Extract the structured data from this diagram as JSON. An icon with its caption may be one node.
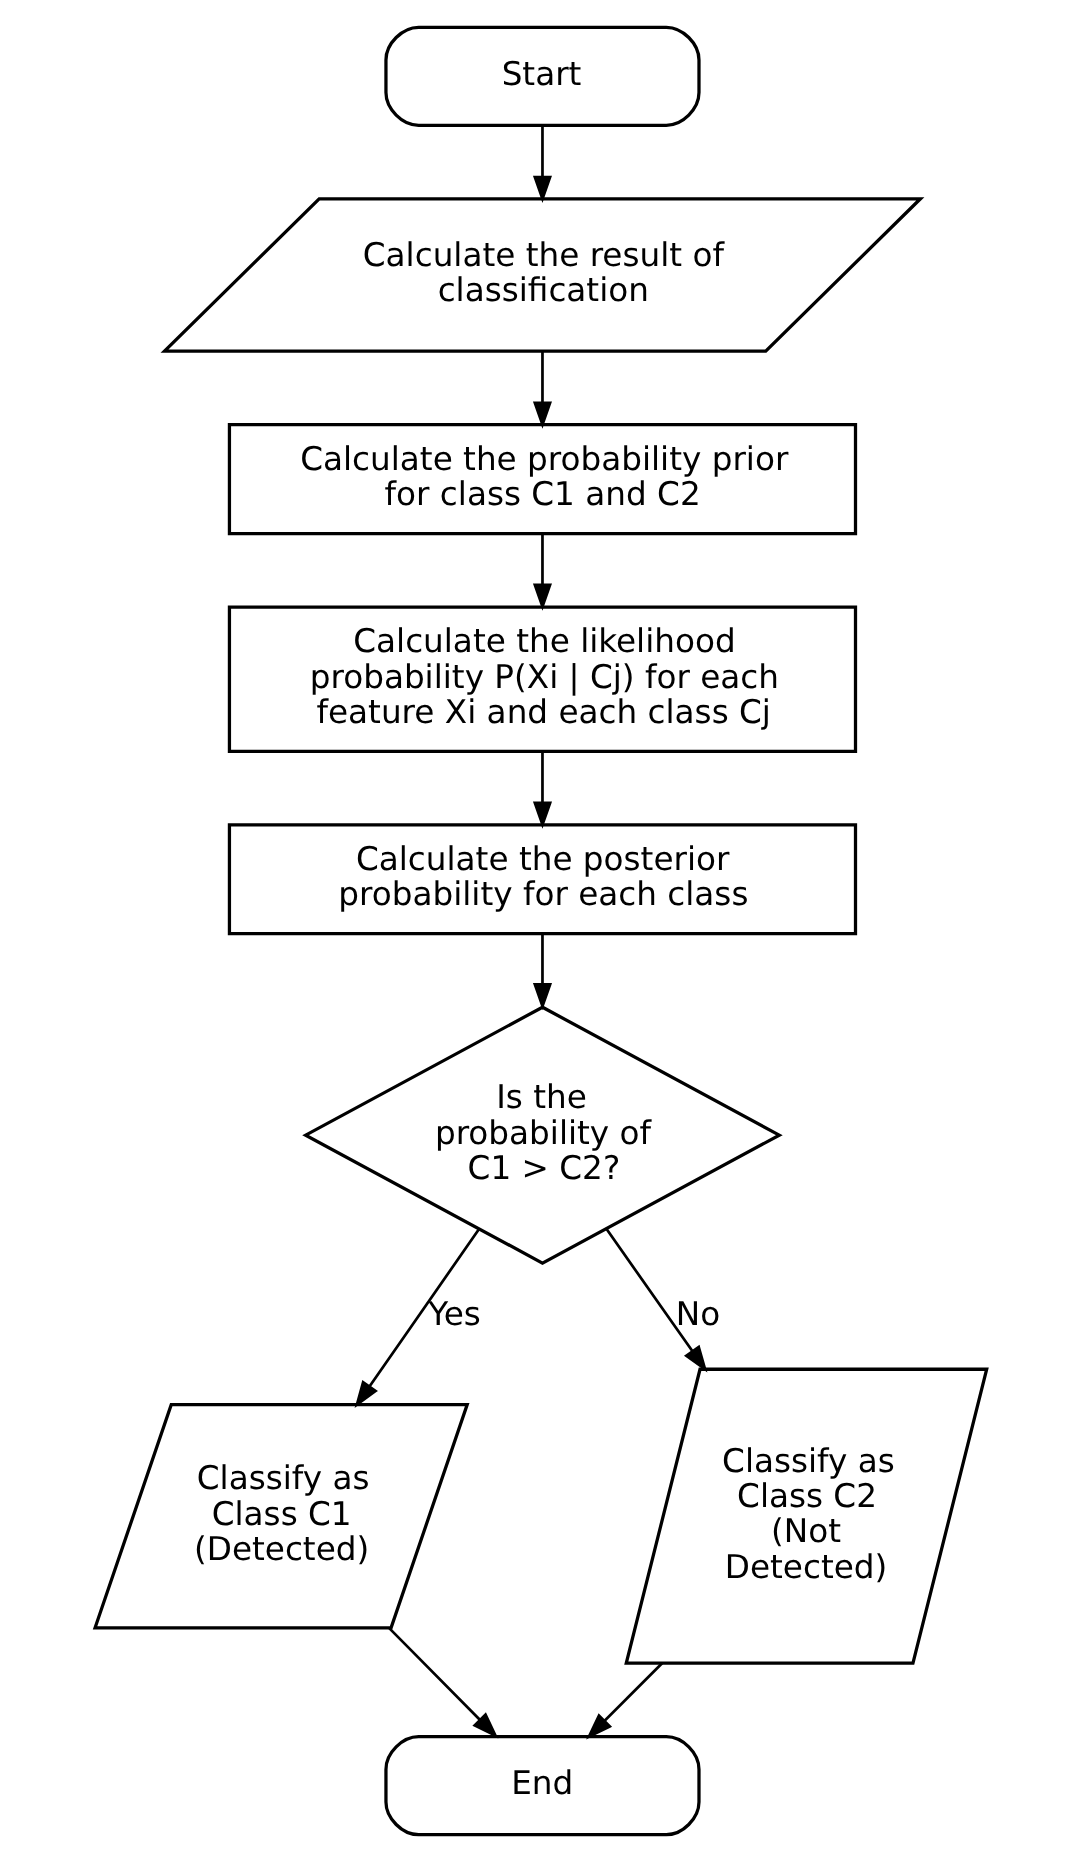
{
  "diagram": {
    "nodes": [
      {
        "text": [
          "Start"
        ]
      },
      {
        "text": [
          "Calculate the result of classification"
        ]
      },
      {
        "text": [
          "Calculate the probability prior for class C1 and C2"
        ]
      },
      {
        "text": [
          "Calculate the likelihood probability P(Xi | Cj) for each feature Xi and each class Cj"
        ]
      },
      {
        "text": [
          "Calculate the posterior probability for each class"
        ]
      },
      {
        "text": [
          "Is the probability of C1 > C2?"
        ]
      },
      {
        "text": [
          "Classify as Class C1 (Detected)"
        ]
      },
      {
        "text": [
          "Classify as Class C2 (Not Detected)"
        ]
      },
      {
        "text": [
          "End"
        ]
      }
    ],
    "edges": [
      {
        "from": 0,
        "to": 1,
        "arrow": "to"
      },
      {
        "from": 1,
        "to": 2,
        "arrow": "to"
      },
      {
        "from": 2,
        "to": 3,
        "arrow": "to"
      },
      {
        "from": 3,
        "to": 4,
        "arrow": "to"
      },
      {
        "from": 4,
        "to": 5,
        "arrow": "to"
      },
      {
        "from": 5,
        "to": 6,
        "label": "Yes",
        "arrow": "to"
      },
      {
        "from": 5,
        "to": 7,
        "label": "No",
        "arrow": "to"
      },
      {
        "from": 6,
        "to": 8,
        "arrow": "to"
      },
      {
        "from": 7,
        "to": 8,
        "arrow": "to"
      }
    ]
  }
}
